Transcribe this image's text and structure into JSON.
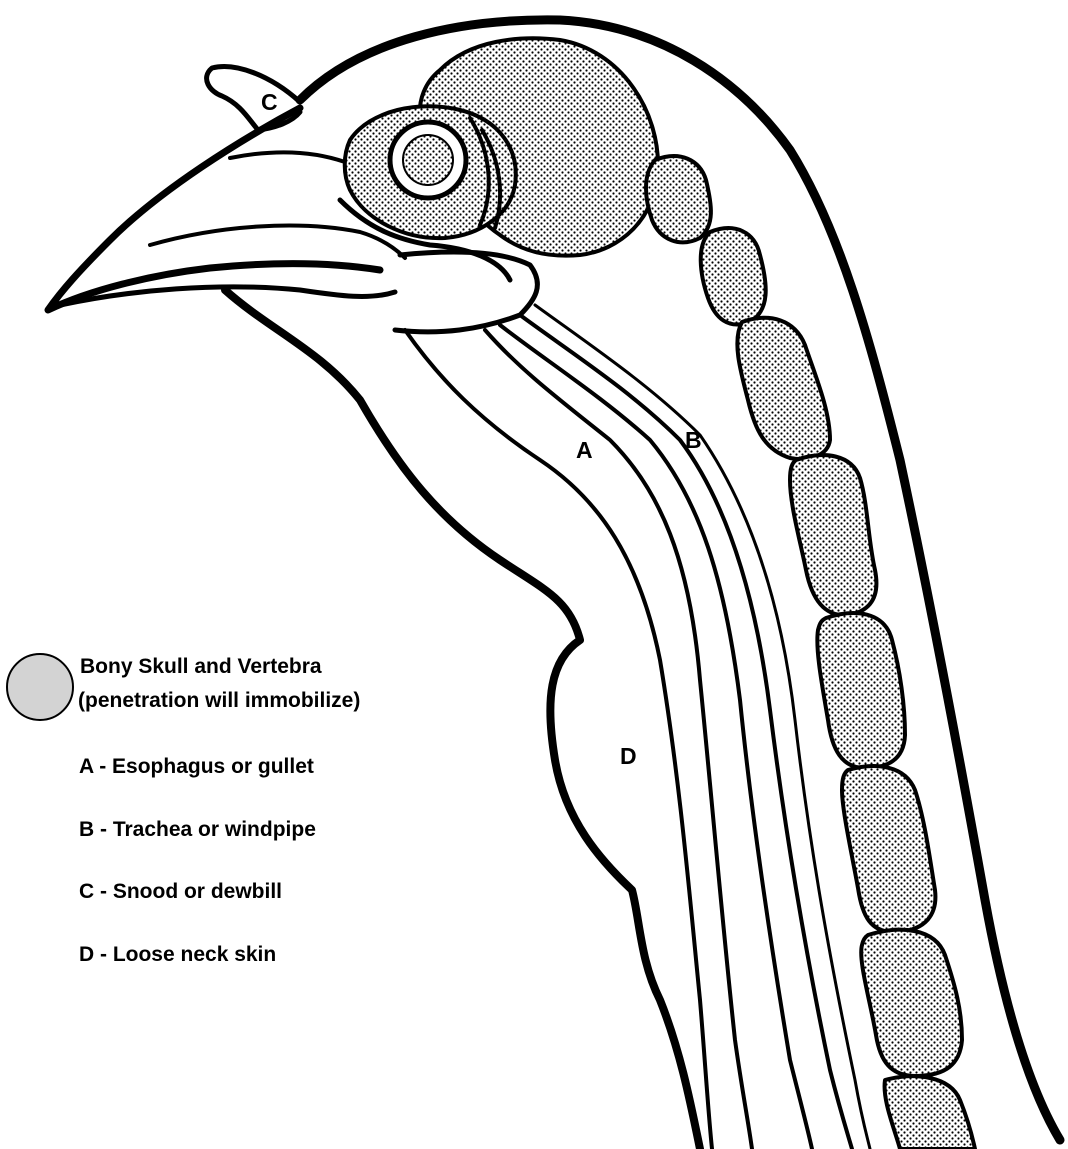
{
  "diagram": {
    "labels": {
      "a": "A",
      "b": "B",
      "c": "C",
      "d": "D"
    },
    "legend": {
      "swatch_color": "#d3d3d3",
      "bone_line1": "Bony Skull and Vertebra",
      "bone_line2": "(penetration will immobilize)",
      "items": [
        "A - Esophagus or gullet",
        "B - Trachea or windpipe",
        "C - Snood or dewbill",
        "D - Loose neck skin"
      ]
    }
  }
}
